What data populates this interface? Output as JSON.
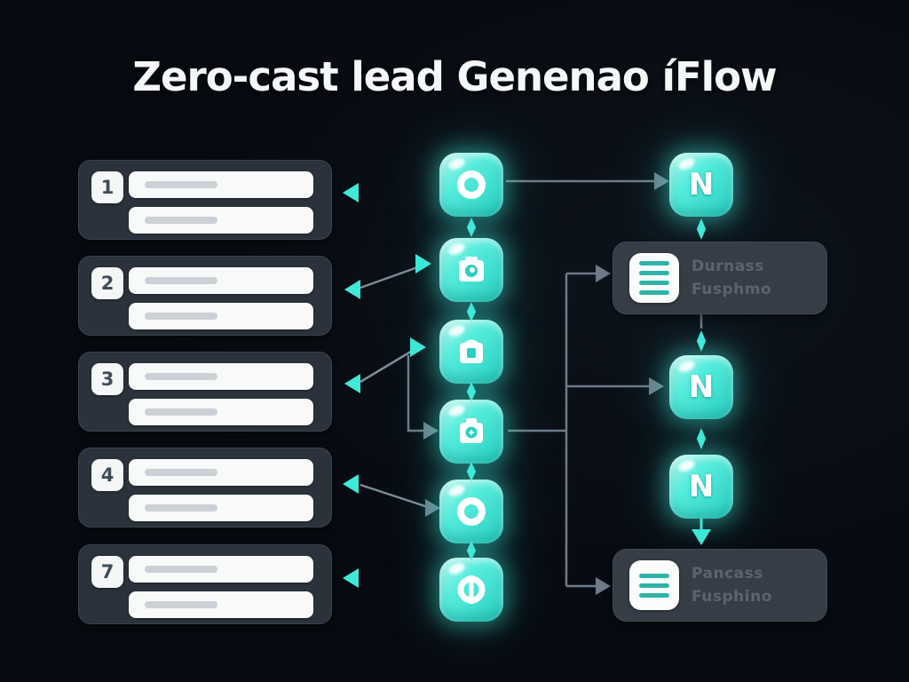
{
  "title": "Zero-cast lead Genenao íFlow",
  "colors": {
    "background": "#0a0e15",
    "teal_accent": "#3fe8d8",
    "left_card": "#2b323c",
    "right_card": "#363d47",
    "arrow_gray": "#6e7a87",
    "text_white": "#f5f7f8",
    "muted_card_text": "#5a6470"
  },
  "left_cards": [
    {
      "number": "1"
    },
    {
      "number": "2"
    },
    {
      "number": "3"
    },
    {
      "number": "4"
    },
    {
      "number": "7"
    }
  ],
  "middle_nodes": [
    {
      "icon": "ring-icon"
    },
    {
      "icon": "camera-icon"
    },
    {
      "icon": "camera-box-icon"
    },
    {
      "icon": "camera-case-icon"
    },
    {
      "icon": "ring-icon"
    },
    {
      "icon": "split-circle-icon"
    }
  ],
  "right_nodes": [
    {
      "label": "N"
    },
    {
      "label": "N"
    },
    {
      "label": "N"
    }
  ],
  "right_cards": [
    {
      "icon": "list-icon",
      "line1": "Durnass",
      "line2": "Fusphmo",
      "list_rows": 4
    },
    {
      "icon": "list-icon",
      "line1": "Pancass",
      "line2": "Fusphino",
      "list_rows": 3
    }
  ]
}
